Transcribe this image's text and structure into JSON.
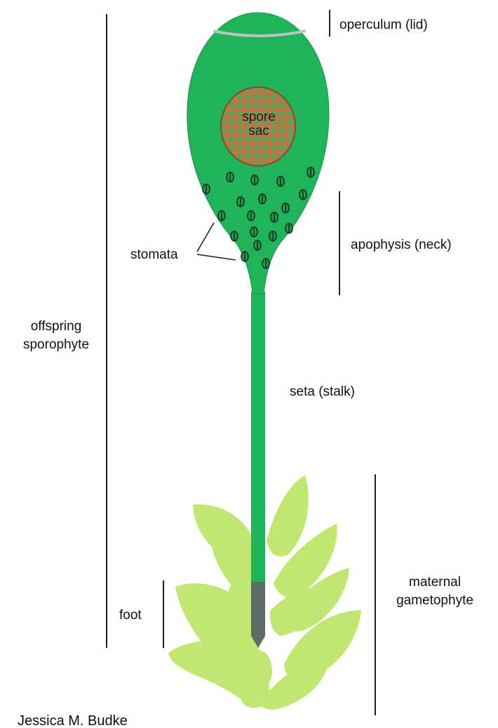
{
  "labels": {
    "operculum": "operculum (lid)",
    "spore_sac_line1": "spore",
    "spore_sac_line2": "sac",
    "stomata": "stomata",
    "apophysis": "apophysis (neck)",
    "offspring_line1": "offspring",
    "offspring_line2": "sporophyte",
    "seta": "seta (stalk)",
    "foot": "foot",
    "maternal_line1": "maternal",
    "maternal_line2": "gametophyte"
  },
  "credit": "Jessica M. Budke",
  "colors": {
    "capsule": "#1fb45a",
    "capsule_outline": "#13964a",
    "operculum_line": "#b8c4c0",
    "spore_sac_fill": "#b57a45",
    "spore_sac_dots": "#3fae5e",
    "spore_sac_rim": "#8a4a2a",
    "stomata_fill": "#1c9e50",
    "stomata_stroke": "#1a2a1a",
    "leaf_fill": "#a8e03a",
    "foot": "#5c6b63",
    "bracket": "#222222"
  }
}
